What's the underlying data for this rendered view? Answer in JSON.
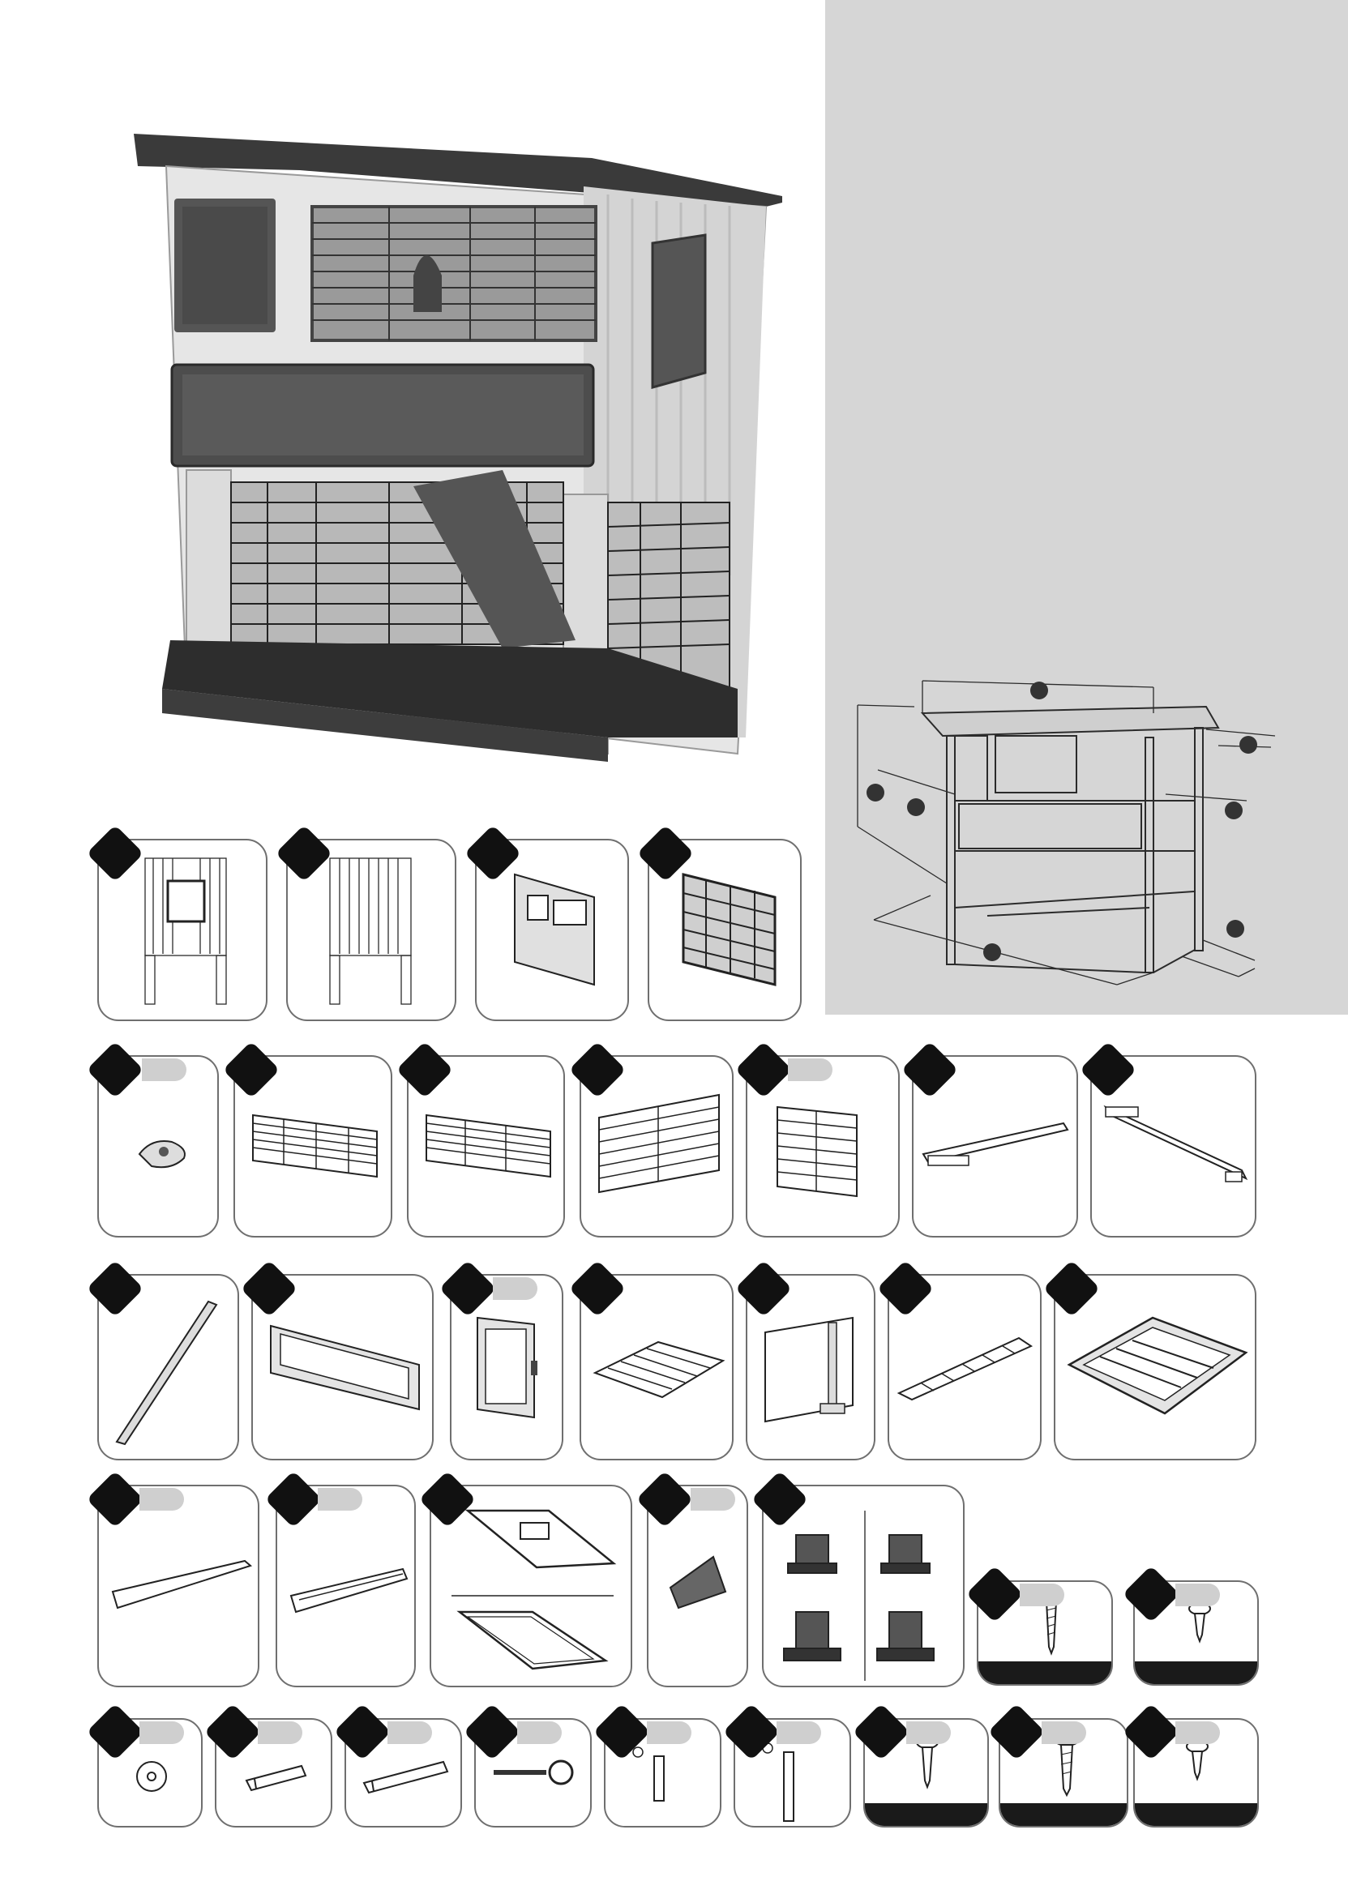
{
  "page": {
    "product": "hutch-product-photo",
    "dimension_diagram": "dimension-diagram"
  },
  "parts": [
    {
      "id": "p01",
      "icon": "side-panel-with-window"
    },
    {
      "id": "p02",
      "icon": "side-panel-grid"
    },
    {
      "id": "p03",
      "icon": "back-panel"
    },
    {
      "id": "p04",
      "icon": "front-grid-panel"
    },
    {
      "id": "p05",
      "icon": "latch-clip"
    },
    {
      "id": "p06",
      "icon": "front-grid-upper"
    },
    {
      "id": "p07",
      "icon": "front-grid-lower"
    },
    {
      "id": "p08",
      "icon": "side-grid-large"
    },
    {
      "id": "p09",
      "icon": "door-grid-small"
    },
    {
      "id": "p10",
      "icon": "support-bar-front"
    },
    {
      "id": "p11",
      "icon": "support-bar-back"
    },
    {
      "id": "p12",
      "icon": "rod"
    },
    {
      "id": "p13",
      "icon": "drop-door-frame"
    },
    {
      "id": "p14",
      "icon": "side-window-door"
    },
    {
      "id": "p15",
      "icon": "slatted-floor"
    },
    {
      "id": "p16",
      "icon": "partition-panel"
    },
    {
      "id": "p17",
      "icon": "ramp"
    },
    {
      "id": "p18",
      "icon": "grid-floor-tray"
    },
    {
      "id": "p19",
      "icon": "front-profile-long"
    },
    {
      "id": "p20",
      "icon": "front-profile-short"
    },
    {
      "id": "p21",
      "icon": "upper-and-lower-trays"
    },
    {
      "id": "p22",
      "icon": "corner-wedge"
    },
    {
      "id": "p23",
      "icon": "foot-connectors"
    },
    {
      "id": "p24",
      "icon": "long-screw"
    },
    {
      "id": "p25",
      "icon": "short-screw"
    },
    {
      "id": "p26",
      "icon": "washer"
    },
    {
      "id": "p27",
      "icon": "small-hinge"
    },
    {
      "id": "p28",
      "icon": "long-hinge"
    },
    {
      "id": "p29",
      "icon": "bolt-ring"
    },
    {
      "id": "p30",
      "icon": "pin-small"
    },
    {
      "id": "p31",
      "icon": "pin-long"
    },
    {
      "id": "p32",
      "icon": "medium-screw"
    },
    {
      "id": "p33",
      "icon": "large-screw"
    },
    {
      "id": "p34",
      "icon": "small-screw"
    }
  ]
}
